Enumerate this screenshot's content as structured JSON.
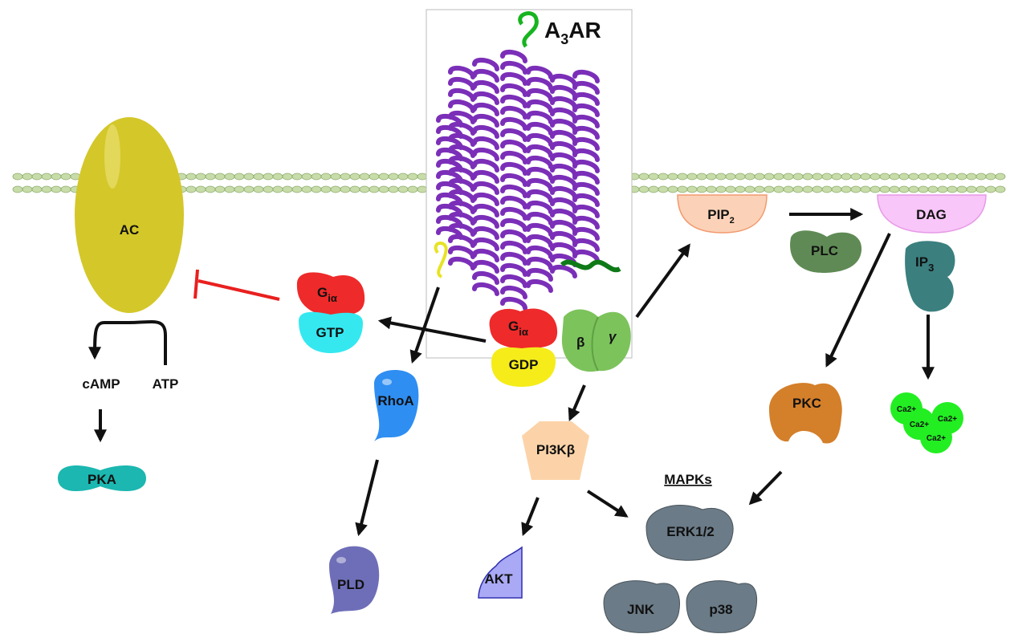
{
  "receptor": {
    "label_main": "A",
    "label_sub": "3",
    "label_tail": "AR"
  },
  "nodes": {
    "ac": "AC",
    "camp": "cAMP",
    "atp": "ATP",
    "pka": "PKA",
    "gi_active_main": "G",
    "gi_active_sub": "iα",
    "gtp": "GTP",
    "gi_main": "G",
    "gi_sub": "iα",
    "gdp": "GDP",
    "beta": "β",
    "gamma": "γ",
    "rhoa": "RhoA",
    "pld": "PLD",
    "pi3k": "PI3Kβ",
    "akt": "AKT",
    "pip2_main": "PIP",
    "pip2_sub": "2",
    "plc": "PLC",
    "dag": "DAG",
    "ip3_main": "IP",
    "ip3_sub": "3",
    "pkc": "PKC",
    "calcium": [
      "Ca2+",
      "Ca2+",
      "Ca2+",
      "Ca2+"
    ],
    "mapks_title": "MAPKs",
    "erk": "ERK1/2",
    "jnk": "JNK",
    "p38": "p38"
  },
  "colors": {
    "membrane": "#c8dcaa",
    "ac": "#d4c72a",
    "gi_alpha": "#ee2a2a",
    "gtp": "#35e8f0",
    "gdp": "#f5ec1a",
    "beta_gamma": "#7cc35c",
    "helix": "#7b2fb8",
    "rhoa": "#2e8ef2",
    "pld": "#6e6eb8",
    "pi3k": "#fcd3a8",
    "akt": "#a9a9f5",
    "pip2": "#fbd2b8",
    "plc": "#5f8a55",
    "dag": "#f8c6f8",
    "ip3": "#3b7f7f",
    "pkc": "#d47f2a",
    "calcium": "#22ee22",
    "mapk": "#6b7b87",
    "pka": "#1bb7b0",
    "inhibition": "#e8201f"
  }
}
